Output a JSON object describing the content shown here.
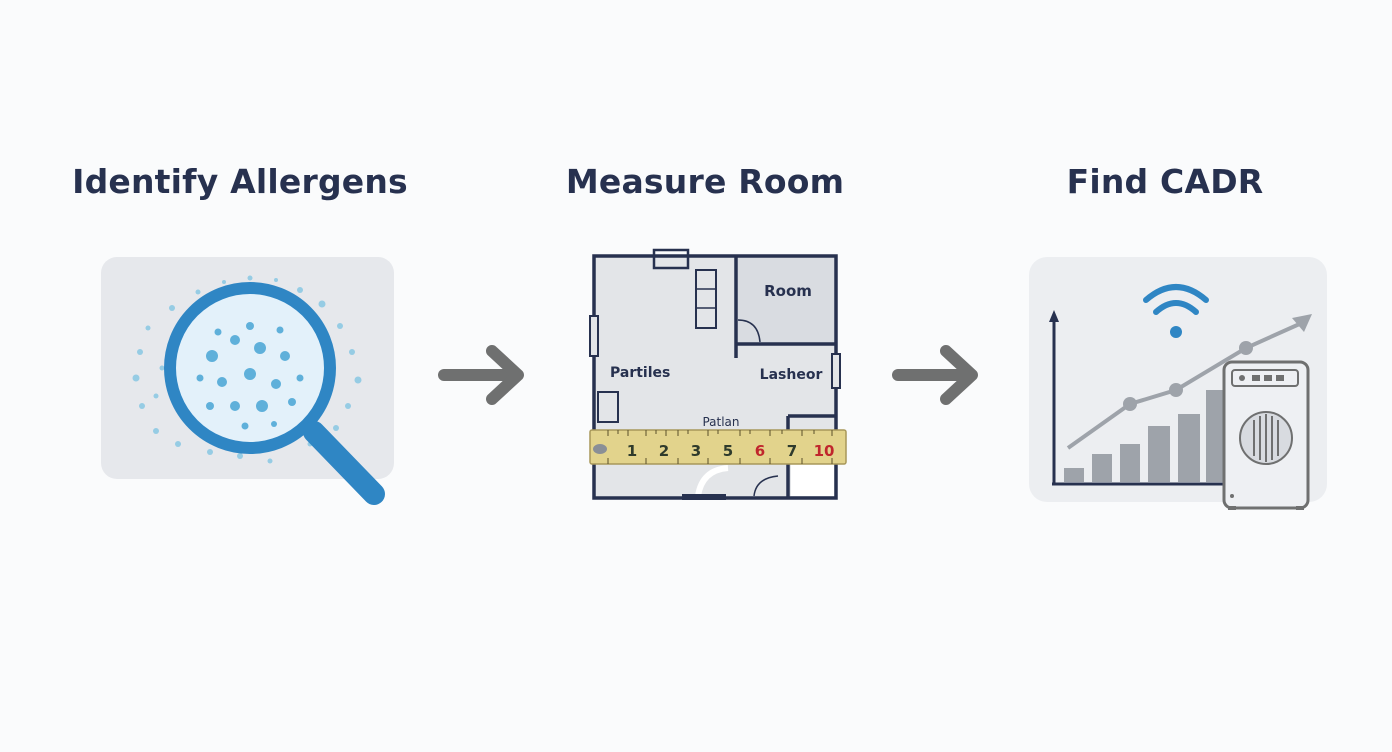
{
  "steps": [
    {
      "title": "Identify Allergens",
      "icon": "magnifier-allergen-icon"
    },
    {
      "title": "Measure Room",
      "icon": "floor-plan-icon",
      "floorplan": {
        "labels": {
          "room": "Room",
          "lasheor": "Lasheor",
          "partiles": "Partiles",
          "patlan": "Patlan"
        },
        "tape_ticks": [
          {
            "label": "1",
            "color": "#2f3b2c"
          },
          {
            "label": "2",
            "color": "#2f3b2c"
          },
          {
            "label": "3",
            "color": "#2f3b2c"
          },
          {
            "label": "5",
            "color": "#2f3b2c"
          },
          {
            "label": "6",
            "color": "#c0262c"
          },
          {
            "label": "7",
            "color": "#2f3b2c"
          },
          {
            "label": "10",
            "color": "#c0262c"
          }
        ]
      }
    },
    {
      "title": "Find CADR",
      "icon": "cadr-chart-purifier-icon"
    }
  ],
  "connectors": [
    "arrow-right-icon",
    "arrow-right-icon"
  ],
  "colors": {
    "title": "#27314f",
    "allergen_blue": "#2f86c4",
    "particle_light": "#8ec9e4",
    "plan_line": "#27314f",
    "tape_yellow": "#e2d38c",
    "arrow_gray": "#6f7070",
    "bar_gray": "#9ea3aa"
  }
}
